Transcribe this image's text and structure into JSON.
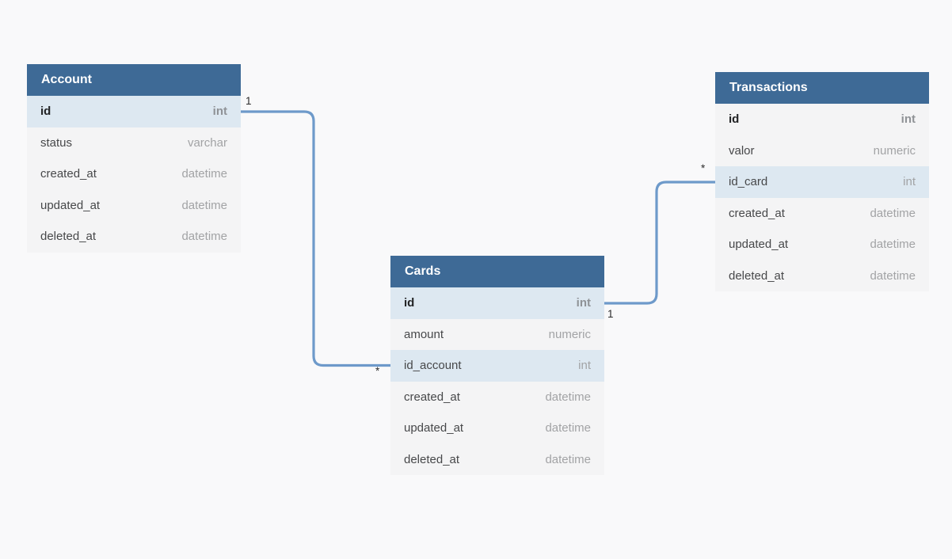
{
  "diagram": {
    "tables": [
      {
        "name": "Account",
        "fields": [
          {
            "name": "id",
            "type": "int"
          },
          {
            "name": "status",
            "type": "varchar"
          },
          {
            "name": "created_at",
            "type": "datetime"
          },
          {
            "name": "updated_at",
            "type": "datetime"
          },
          {
            "name": "deleted_at",
            "type": "datetime"
          }
        ]
      },
      {
        "name": "Cards",
        "fields": [
          {
            "name": "id",
            "type": "int"
          },
          {
            "name": "amount",
            "type": "numeric"
          },
          {
            "name": "id_account",
            "type": "int"
          },
          {
            "name": "created_at",
            "type": "datetime"
          },
          {
            "name": "updated_at",
            "type": "datetime"
          },
          {
            "name": "deleted_at",
            "type": "datetime"
          }
        ]
      },
      {
        "name": "Transactions",
        "fields": [
          {
            "name": "id",
            "type": "int"
          },
          {
            "name": "valor",
            "type": "numeric"
          },
          {
            "name": "id_card",
            "type": "int"
          },
          {
            "name": "created_at",
            "type": "datetime"
          },
          {
            "name": "updated_at",
            "type": "datetime"
          },
          {
            "name": "deleted_at",
            "type": "datetime"
          }
        ]
      }
    ],
    "relationships": [
      {
        "from": "Account.id",
        "to": "Cards.id_account",
        "from_label": "1",
        "to_label": "*"
      },
      {
        "from": "Cards.id",
        "to": "Transactions.id_card",
        "from_label": "1",
        "to_label": "*"
      }
    ],
    "colors": {
      "canvas_bg": "#f9f9fa",
      "header_bg": "#3e6a96",
      "header_text": "#ffffff",
      "row_bg": "#f4f4f5",
      "key_row_bg": "#dde8f1",
      "field_text": "#47484a",
      "key_field_text": "#222325",
      "type_text": "#a2a3a5",
      "key_type_text": "#8f9296",
      "connector": "#6e9aca",
      "cardinality_text": "#2b2b2b"
    }
  }
}
